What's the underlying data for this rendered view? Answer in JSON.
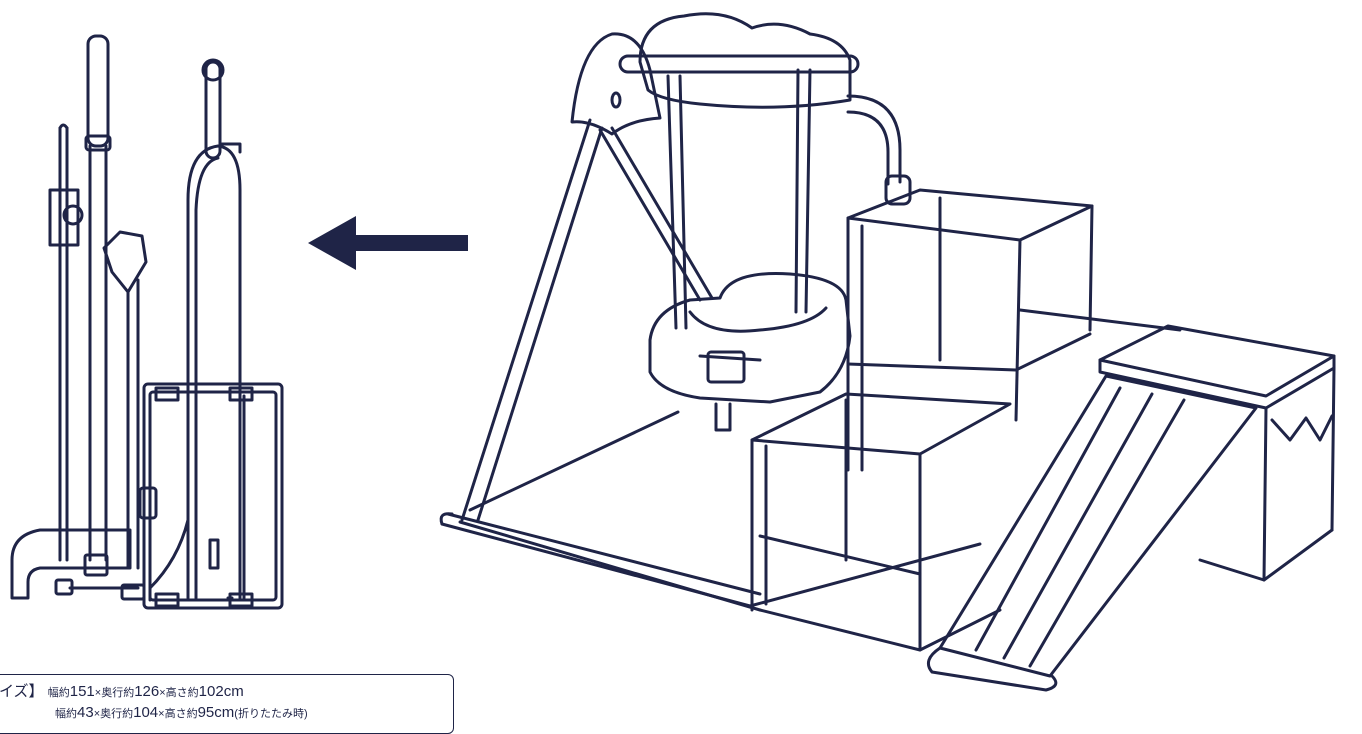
{
  "figure": {
    "folded_view": "folded-playset",
    "unfolded_view": "assembled-swing-slide-playset",
    "arrow_direction": "left",
    "line_color": "#1f2447",
    "background": "#ffffff"
  },
  "size_box": {
    "line1_label": "イズ】",
    "line1_w_label": "幅約",
    "line1_w_value": "151",
    "line1_d_label": "×奥行約",
    "line1_d_value": "126",
    "line1_h_label": "×高さ約",
    "line1_h_value": "102cm",
    "line2_w_label": "幅約",
    "line2_w_value": "43",
    "line2_d_label": "×奥行約",
    "line2_d_value": "104",
    "line2_h_label": "×高さ約",
    "line2_h_value": "95cm",
    "line2_note": "(折りたたみ時)"
  }
}
